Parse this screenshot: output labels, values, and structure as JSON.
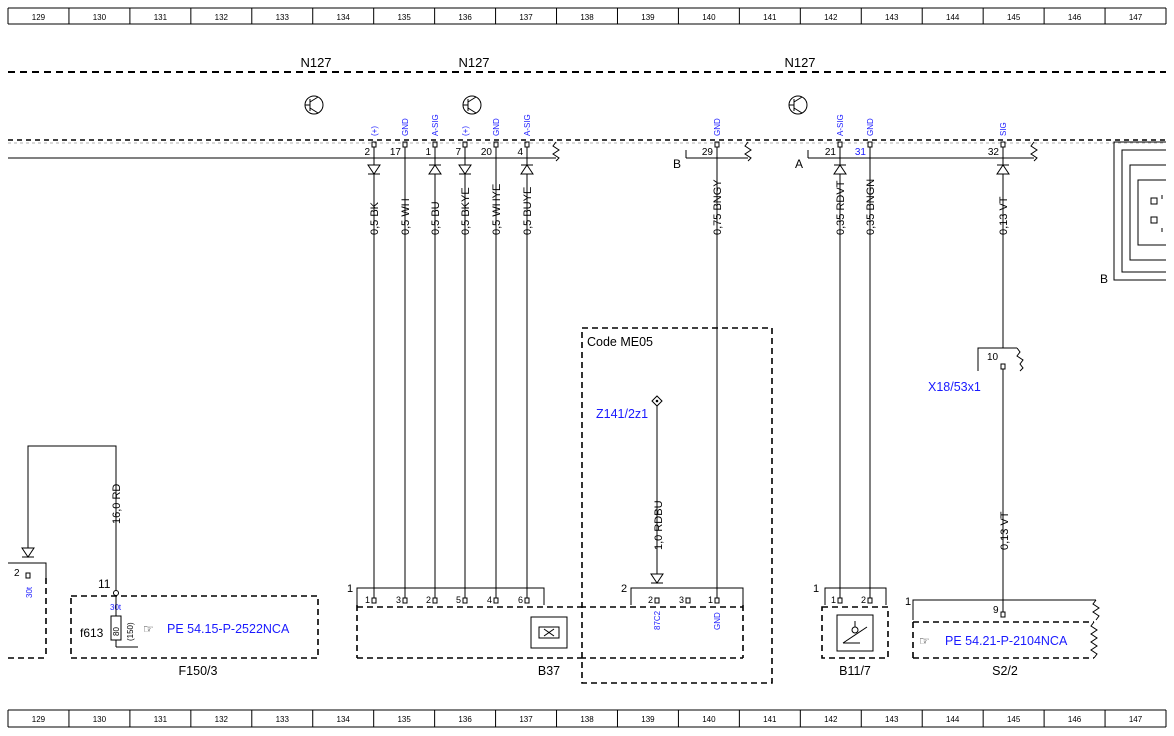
{
  "ruler": {
    "numbers": [
      "129",
      "130",
      "131",
      "132",
      "133",
      "134",
      "135",
      "136",
      "137",
      "138",
      "139",
      "140",
      "141",
      "142",
      "143",
      "144",
      "145",
      "146",
      "147"
    ]
  },
  "modules": {
    "n127_a": "N127",
    "n127_b": "N127",
    "n127_c": "N127"
  },
  "connectors": {
    "b_left": "B",
    "a_right": "A",
    "b_far": "B"
  },
  "pins_top": [
    {
      "num": "2",
      "sig": "(+)",
      "sig_color": "blue",
      "wire": "0,5 BK",
      "arrow": "down"
    },
    {
      "num": "17",
      "sig": "GND",
      "sig_color": "blue",
      "wire": "0,5 WH",
      "arrow": "none"
    },
    {
      "num": "1",
      "sig": "A-SIG",
      "sig_color": "blue",
      "wire": "0,5 BU",
      "arrow": "up"
    },
    {
      "num": "7",
      "sig": "(+)",
      "sig_color": "blue",
      "wire": "0,5 BKYE",
      "arrow": "down"
    },
    {
      "num": "20",
      "sig": "GND",
      "sig_color": "blue",
      "wire": "0,5 WHYE",
      "arrow": "none"
    },
    {
      "num": "4",
      "sig": "A-SIG",
      "sig_color": "blue",
      "wire": "0,5 BUYE",
      "arrow": "up"
    },
    {
      "num": "29",
      "sig": "GND",
      "sig_color": "blue",
      "wire": "0,75 BNGY",
      "arrow": "none"
    },
    {
      "num": "21",
      "sig": "A-SIG",
      "sig_color": "blue",
      "wire": "0,35 RDVT",
      "arrow": "up"
    },
    {
      "num": "31",
      "sig": "GND",
      "sig_color": "blue",
      "wire": "0,35 BNGN",
      "arrow": "none"
    },
    {
      "num": "32",
      "sig": "SIG",
      "sig_color": "blue",
      "wire": "0,13 VT",
      "arrow": "up"
    }
  ],
  "b37": {
    "label": "B37",
    "conn": "1",
    "pins": [
      "1",
      "3",
      "2",
      "5",
      "4",
      "6"
    ]
  },
  "code_box": {
    "label": "Code ME05",
    "ref": "Z141/2z1",
    "wire": "1,0 RDBU",
    "conn": "2",
    "pins": [
      "2",
      "3",
      "1"
    ],
    "pin_sig_a": "87C2",
    "pin_sig_b": "GND"
  },
  "b11": {
    "label": "B11/7",
    "conn": "1",
    "pins": [
      "1",
      "2"
    ]
  },
  "x18": {
    "label": "X18/53x1",
    "pin": "10",
    "wire": "0,13 VT"
  },
  "s2": {
    "label": "S2/2",
    "conn": "1",
    "pin": "9",
    "ref": "PE 54.21-P-2104NCA"
  },
  "f150": {
    "label": "F150/3",
    "fuse": "f613",
    "pin": "11",
    "pin_sig": "30t",
    "rating": "80",
    "rating2": "(150)",
    "wire": "16,0 RD",
    "ref": "PE 54.15-P-2522NCA"
  },
  "left_part": {
    "pin": "2",
    "sig": "30t"
  }
}
